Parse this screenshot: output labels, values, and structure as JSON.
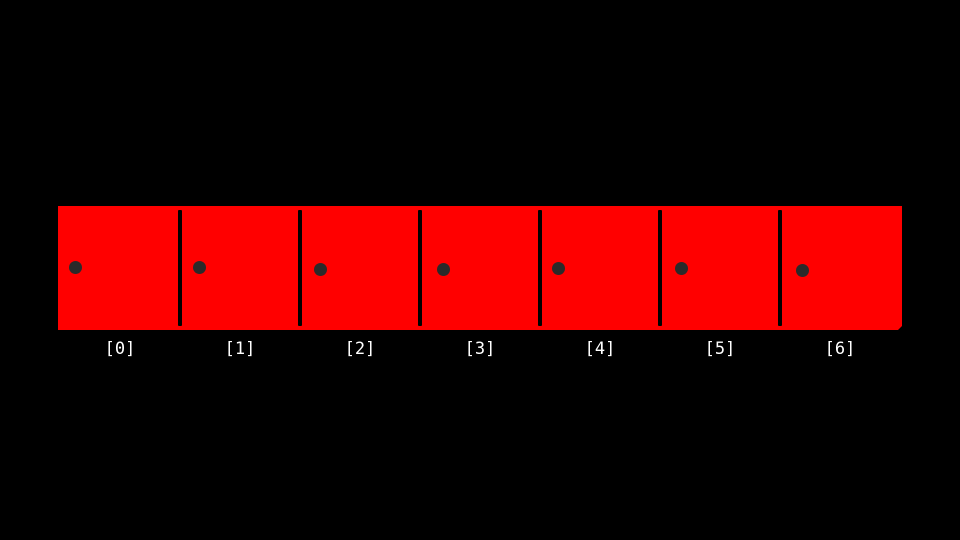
{
  "array": {
    "fill_color": "#ff0000",
    "divider_color": "#000000",
    "dot_color": "#2a2a2a",
    "cells": [
      {
        "index_label": "[0]"
      },
      {
        "index_label": "[1]"
      },
      {
        "index_label": "[2]"
      },
      {
        "index_label": "[3]"
      },
      {
        "index_label": "[4]"
      },
      {
        "index_label": "[5]"
      },
      {
        "index_label": "[6]"
      }
    ]
  }
}
